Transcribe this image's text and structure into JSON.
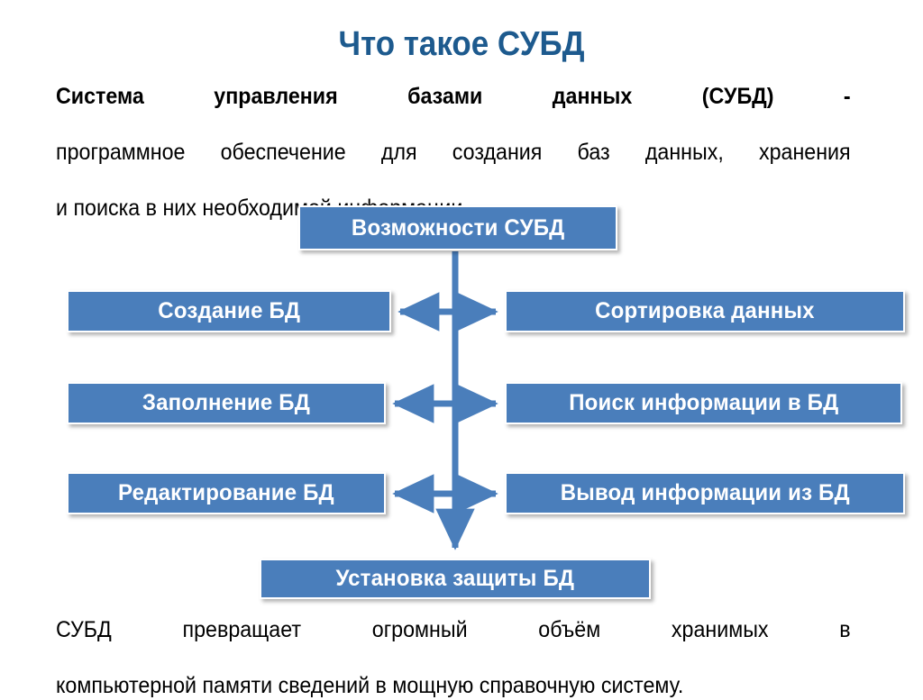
{
  "slide": {
    "title": "Что такое СУБД",
    "title_color": "#1d5a8e",
    "background_color": "#ffffff",
    "box_fill_color": "#4a7ebb",
    "box_text_color": "#ffffff",
    "connector_color": "#4a7ebb"
  },
  "intro_paragraph": {
    "lines": [
      "Система управления базами данных (СУБД) -",
      "программное обеспечение для создания баз данных, хранения",
      "и поиска в них необходимой информации."
    ],
    "full_text": "Система управления базами данных (СУБД) - программное обеспечение для создания баз данных, хранения и поиска в них необходимой информации."
  },
  "diagram": {
    "root": {
      "label": "Возможности СУБД"
    },
    "rows": [
      {
        "left": {
          "label": "Создание БД"
        },
        "right": {
          "label": "Сортировка данных"
        }
      },
      {
        "left": {
          "label": "Заполнение БД"
        },
        "right": {
          "label": "Поиск информации в БД"
        }
      },
      {
        "left": {
          "label": "Редактирование БД"
        },
        "right": {
          "label": "Вывод информации из БД"
        }
      }
    ],
    "bottom": {
      "label": "Установка защиты БД"
    }
  },
  "outro_paragraph": {
    "lines": [
      "СУБД превращает огромный объём хранимых в",
      "компьютерной памяти сведений в мощную справочную систему."
    ],
    "full_text": "СУБД превращает огромный объём хранимых в компьютерной памяти сведений в мощную справочную систему."
  }
}
